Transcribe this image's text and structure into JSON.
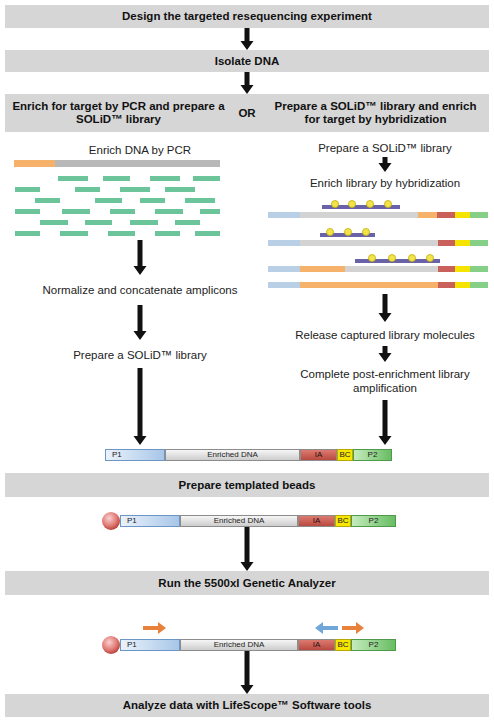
{
  "diagram": {
    "nodes": [
      {
        "text": [
          "Design the targeted resequencing experiment"
        ]
      },
      {
        "text": [
          "Isolate DNA"
        ]
      },
      {
        "text": [
          "Enrich for target by PCR and prepare a SOLiD™ library",
          "OR",
          "Prepare a SOLiD™ library and enrich for target by hybridization"
        ]
      },
      {
        "text": [
          "P1"
        ]
      },
      {
        "text": [
          "Enriched DNA"
        ]
      },
      {
        "text": [
          "IA"
        ]
      },
      {
        "text": [
          "BC"
        ]
      },
      {
        "text": [
          "P2"
        ]
      },
      {
        "text": [
          "Prepare templated beads"
        ]
      },
      {
        "text": [
          "P1"
        ]
      },
      {
        "text": [
          "Enriched DNA"
        ]
      },
      {
        "text": [
          "IA"
        ]
      },
      {
        "text": [
          "BC"
        ]
      },
      {
        "text": [
          "P2"
        ]
      },
      {
        "text": [
          "Run the 5500xl Genetic Analyzer"
        ]
      },
      {
        "text": [
          "P1"
        ]
      },
      {
        "text": [
          "Enriched DNA"
        ]
      },
      {
        "text": [
          "IA"
        ]
      },
      {
        "text": [
          "BC"
        ]
      },
      {
        "text": [
          "P2"
        ]
      },
      {
        "text": [
          "Analyze data with LifeScope™ Software tools"
        ]
      }
    ],
    "edges": [
      {
        "from": 0,
        "to": 1,
        "arrow": "to"
      },
      {
        "from": 1,
        "to": 2,
        "arrow": "to"
      },
      {
        "from": 10,
        "to": 14,
        "arrow": "to"
      },
      {
        "from": 16,
        "to": 20,
        "arrow": "to"
      }
    ],
    "labels": [
      "Enrich DNA by PCR",
      "Prepare a SOLiD™ library",
      "Enrich library by hybridization",
      "Normalize and concatenate amplicons",
      "Release captured library molecules",
      "Prepare a SOLiD™ library",
      "Complete post-enrichment library amplification"
    ]
  }
}
